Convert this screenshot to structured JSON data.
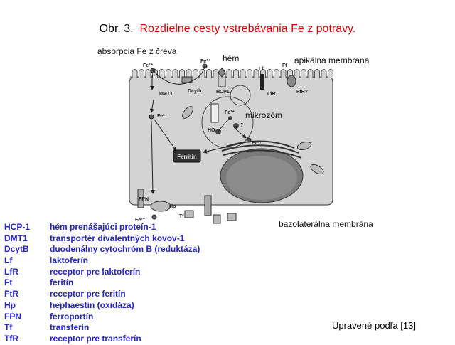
{
  "title": {
    "prefix": "Obr. 3.",
    "text": "Rozdielne cesty vstrebávania Fe z potravy."
  },
  "labels": {
    "absorption": "absorpcia  Fe z čreva",
    "heme": "hém",
    "apical": "apikálna membrána",
    "microsome": "mikrozóm",
    "basolateral": "bazolaterálna membrána"
  },
  "diagram": {
    "fe2": "Fe²⁺",
    "fe3": "Fe³⁺",
    "dmt1": "DMT1",
    "dcytb": "Dcytb",
    "hcp1": "HCP1",
    "lf": "Lf",
    "lfr": "LfR",
    "ft": "Ft",
    "ftr": "FtR?",
    "ho": "HO",
    "q": "?",
    "ferritin": "Ferritin",
    "fpn": "FPN",
    "hp": "Hp",
    "tf": "Tf"
  },
  "legend": [
    {
      "abbr": "HCP-1",
      "desc": "hém prenášajúci proteín-1"
    },
    {
      "abbr": "DMT1",
      "desc": "transportér divalentných kovov-1"
    },
    {
      "abbr": "DcytB",
      "desc": "duodenálny cytochróm B (reduktáza)"
    },
    {
      "abbr": "Lf",
      "desc": "laktoferín"
    },
    {
      "abbr": "LfR",
      "desc": "receptor pre laktoferín"
    },
    {
      "abbr": "Ft",
      "desc": "feritín"
    },
    {
      "abbr": "FtR",
      "desc": "receptor pre feritín"
    },
    {
      "abbr": "Hp",
      "desc": "hephaestin (oxidáza)"
    },
    {
      "abbr": "FPN",
      "desc": "ferroportín"
    },
    {
      "abbr": "Tf",
      "desc": "transferín"
    },
    {
      "abbr": "TfR",
      "desc": "receptor pre transferín"
    }
  ],
  "credit": "Upravené podľa [13]"
}
